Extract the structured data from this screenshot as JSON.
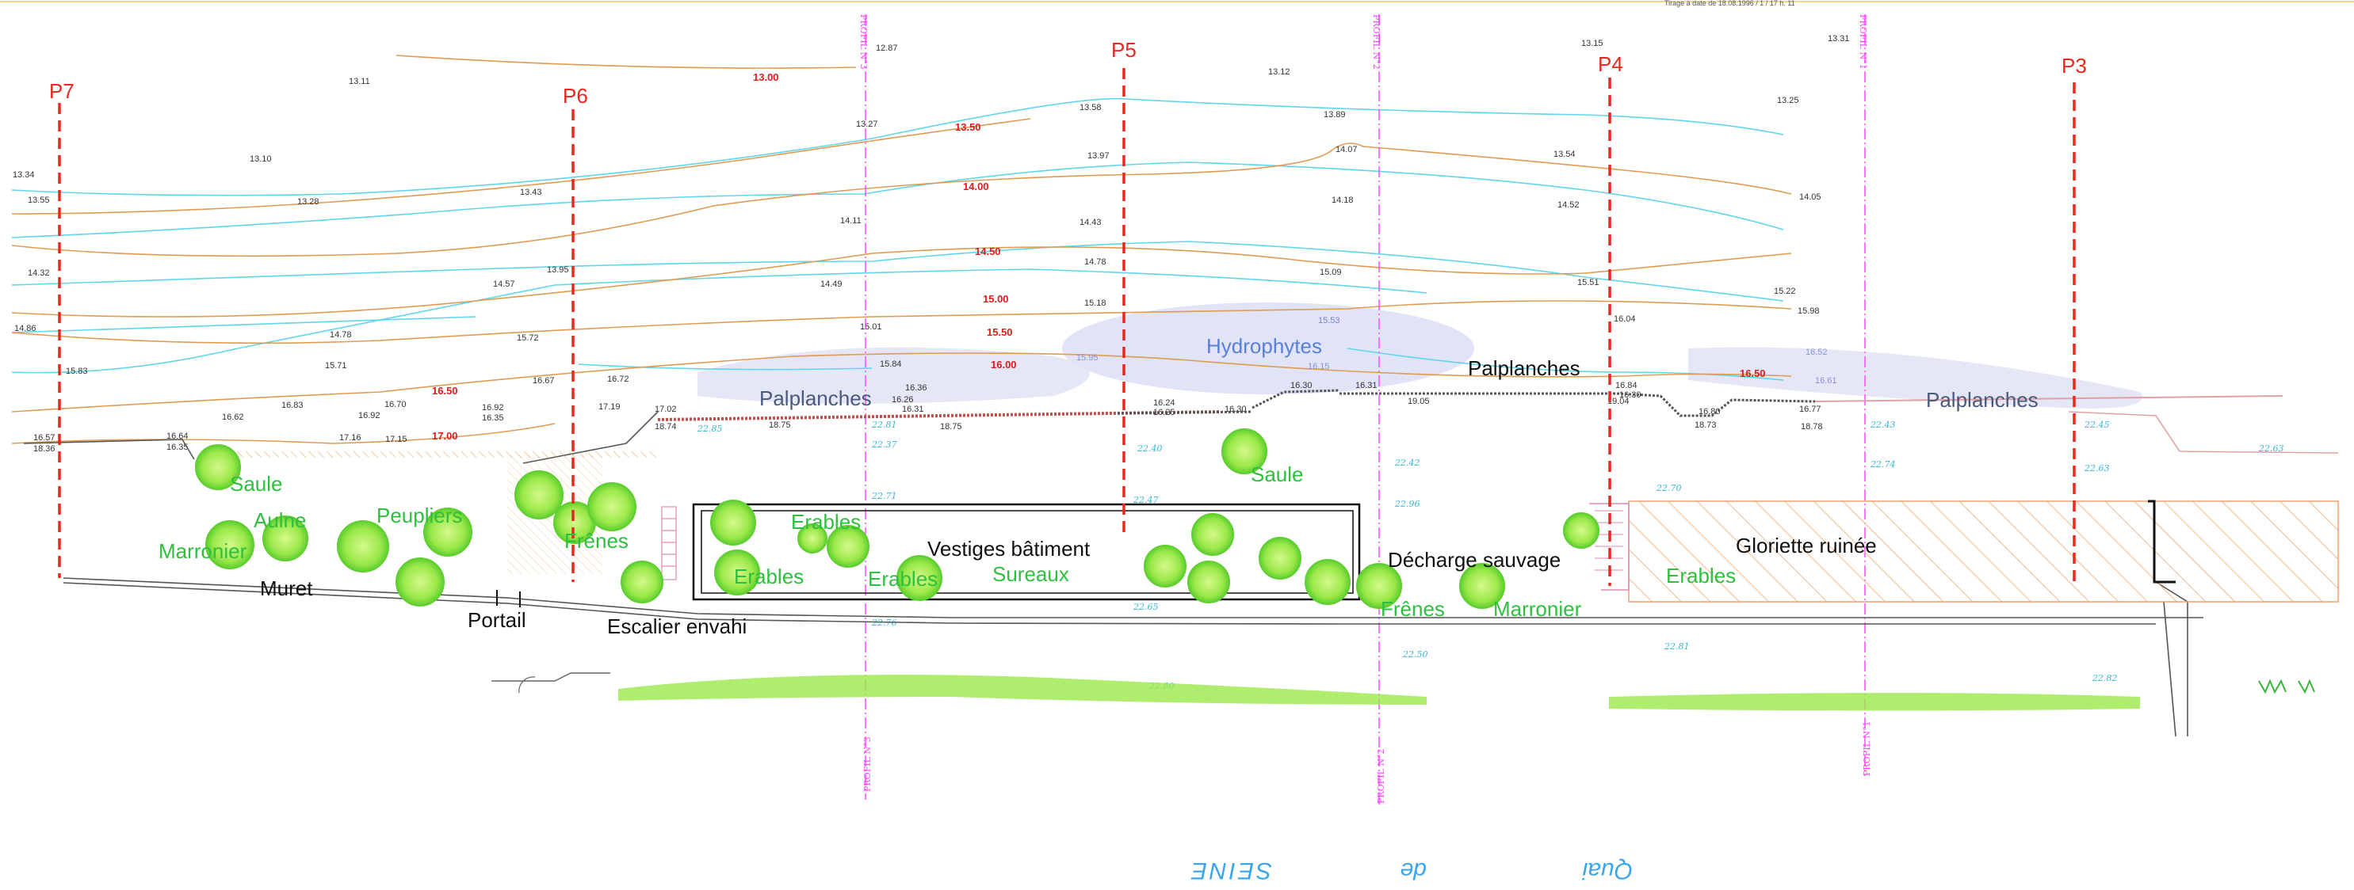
{
  "colors": {
    "profile_marker": "#e8281e",
    "vegetation": "#2fbf3f",
    "vegetation_fill": "#9be84a",
    "hydro": "#5b7fd6",
    "hydro_fill": "#dcdff5",
    "contour_orange": "#e09a52",
    "contour_cyan": "#5fd6ea",
    "profile_line": "#ff40ff",
    "quai_text": "#3aa6e8",
    "gloriette_hatch": "#f4b986"
  },
  "profiles": [
    {
      "id": "P7",
      "label": "P7"
    },
    {
      "id": "P6",
      "label": "P6"
    },
    {
      "id": "P5",
      "label": "P5"
    },
    {
      "id": "P4",
      "label": "P4"
    },
    {
      "id": "P3",
      "label": "P3"
    }
  ],
  "section_lines": [
    {
      "label": "PROFIL N°3"
    },
    {
      "label": "PROFIL N°2"
    },
    {
      "label": "PROFIL N°1"
    }
  ],
  "vegetation_labels": [
    "Saule",
    "Aulne",
    "Marronier",
    "Peupliers",
    "Frênes",
    "Erables",
    "Erables",
    "Erables",
    "Sureaux",
    "Saule",
    "Frênes",
    "Marronier",
    "Erables"
  ],
  "features": {
    "palplanches": "Palplanches",
    "hydrophytes": "Hydrophytes",
    "vestiges": "Vestiges bâtiment",
    "decharge": "Décharge sauvage",
    "gloriette": "Gloriette ruinée",
    "muret": "Muret",
    "portail": "Portail",
    "escalier": "Escalier envahi"
  },
  "contour_values": [
    "13.00",
    "13.50",
    "14.00",
    "14.50",
    "15.00",
    "15.50",
    "16.00",
    "16.50",
    "17.00",
    "16.50"
  ],
  "spot_heights": [
    "13.11",
    "13.10",
    "13.34",
    "13.55",
    "13.28",
    "13.43",
    "12.87",
    "13.27",
    "13.58",
    "13.12",
    "13.89",
    "13.15",
    "13.54",
    "13.31",
    "13.25",
    "13.97",
    "14.07",
    "14.18",
    "14.52",
    "14.05",
    "14.11",
    "14.32",
    "13.95",
    "14.57",
    "14.49",
    "14.43",
    "14.78",
    "15.09",
    "15.51",
    "15.22",
    "14.86",
    "14.78",
    "15.01",
    "15.18",
    "15.53",
    "16.04",
    "15.98",
    "15.83",
    "15.72",
    "15.71",
    "15.84",
    "15.95",
    "16.15",
    "16.52",
    "16.62",
    "16.83",
    "16.92",
    "16.70",
    "16.67",
    "16.72",
    "16.36",
    "16.26",
    "16.31",
    "16.30",
    "16.31",
    "16.84",
    "16.61",
    "16.57",
    "16.64",
    "17.16",
    "17.15",
    "16.92",
    "17.19",
    "17.02",
    "16.35",
    "18.74",
    "18.75",
    "18.75",
    "19.05",
    "19.04",
    "18.73",
    "18.78",
    "16.80",
    "16.77",
    "16.24",
    "16.25",
    "16.30",
    "16.30",
    "18.36",
    "16.35"
  ],
  "cyan_heights": [
    "22.85",
    "22.81",
    "22.37",
    "22.40",
    "22.42",
    "22.43",
    "22.45",
    "22.63",
    "22.71",
    "22.47",
    "22.96",
    "22.70",
    "22.74",
    "22.63",
    "22.76",
    "22.65",
    "22.50",
    "22.81",
    "22.82",
    "22.80"
  ],
  "quai": {
    "word1": "Quai",
    "word2": "de",
    "word3": "SEINE"
  },
  "header_note": "Tirage à date de 18.08.1996 / 1 / 17 h. 11"
}
